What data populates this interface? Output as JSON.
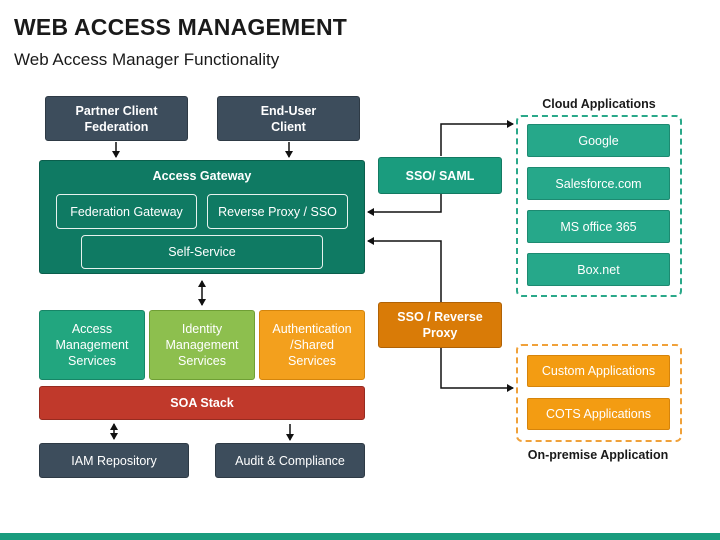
{
  "title": "WEB ACCESS MANAGEMENT",
  "subtitle": "Web Access Manager Functionality",
  "top_boxes": {
    "partner": "Partner Client Federation",
    "enduser": "End-User Client"
  },
  "gateway": {
    "title": "Access Gateway",
    "federation": "Federation Gateway",
    "reverse_proxy": "Reverse Proxy / SSO",
    "self_service": "Self-Service"
  },
  "services": {
    "access_mgmt": "Access Management Services",
    "identity_mgmt": "Identity Management Services",
    "auth_shared": "Authentication /Shared Services"
  },
  "soa_stack": "SOA Stack",
  "bottom_boxes": {
    "iam_repo": "IAM Repository",
    "audit": "Audit & Compliance"
  },
  "connectors": {
    "sso_saml": "SSO/ SAML",
    "sso_reverse_proxy": "SSO / Reverse Proxy"
  },
  "cloud": {
    "label": "Cloud Applications",
    "apps": [
      "Google",
      "Salesforce.com",
      "MS office 365",
      "Box.net"
    ]
  },
  "onprem": {
    "label": "On-premise Application",
    "apps": [
      "Custom Applications",
      "COTS Applications"
    ]
  },
  "colors": {
    "slate": "#3d4d5c",
    "teal_dark": "#0f7a63",
    "green": "#22a67f",
    "lime": "#8dbf4e",
    "orange": "#f3a01d",
    "red": "#c0392b",
    "accent_teal": "#1a9c7e"
  }
}
